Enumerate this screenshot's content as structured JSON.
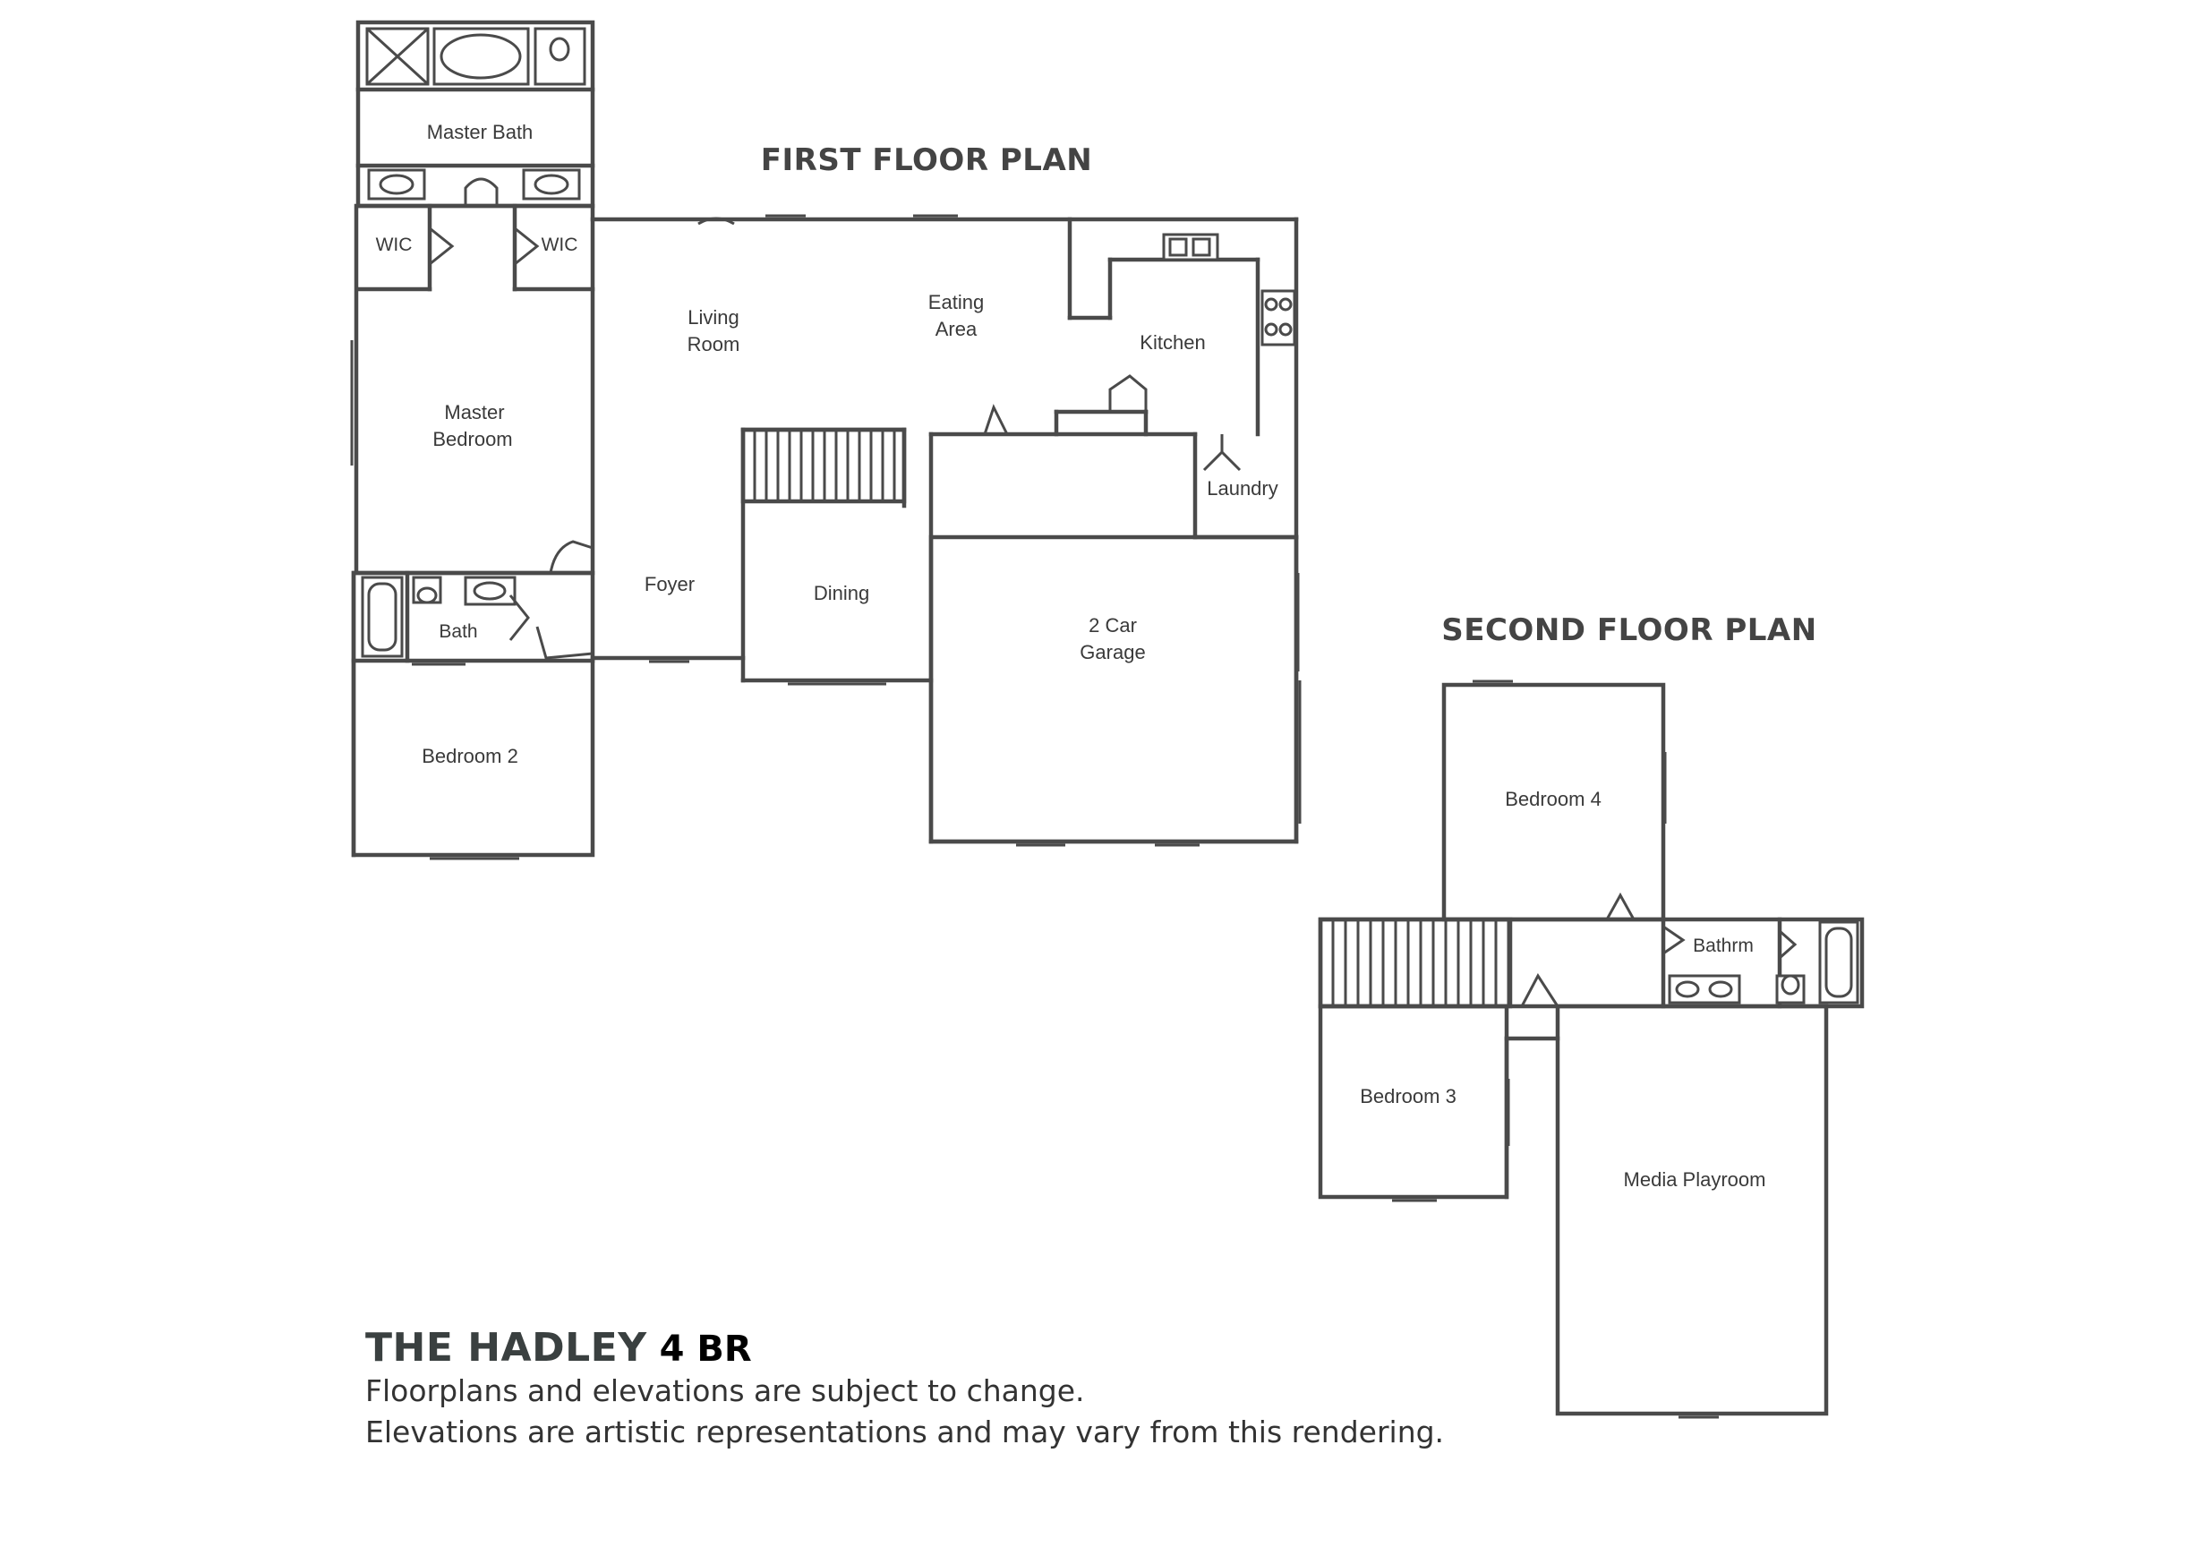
{
  "first_floor": {
    "title": "FIRST FLOOR PLAN",
    "rooms": {
      "master_bath": "Master Bath",
      "wic_left": "WIC",
      "wic_right": "WIC",
      "master_bedroom_1": "Master",
      "master_bedroom_2": "Bedroom",
      "bath": "Bath",
      "bedroom_2": "Bedroom 2",
      "living_room_1": "Living",
      "living_room_2": "Room",
      "eating_area_1": "Eating",
      "eating_area_2": "Area",
      "kitchen": "Kitchen",
      "laundry": "Laundry",
      "foyer": "Foyer",
      "dining": "Dining",
      "garage_1": "2 Car",
      "garage_2": "Garage"
    }
  },
  "second_floor": {
    "title": "SECOND FLOOR PLAN",
    "rooms": {
      "bedroom_4": "Bedroom 4",
      "bathroom": "Bathrm",
      "bedroom_3": "Bedroom 3",
      "media_playroom": "Media Playroom"
    }
  },
  "footer": {
    "plan_name": "THE HADLEY",
    "bedrooms": "4 BR",
    "note_1": "Floorplans and elevations are subject to change.",
    "note_2": "Elevations are artistic representations and may vary from this rendering."
  }
}
